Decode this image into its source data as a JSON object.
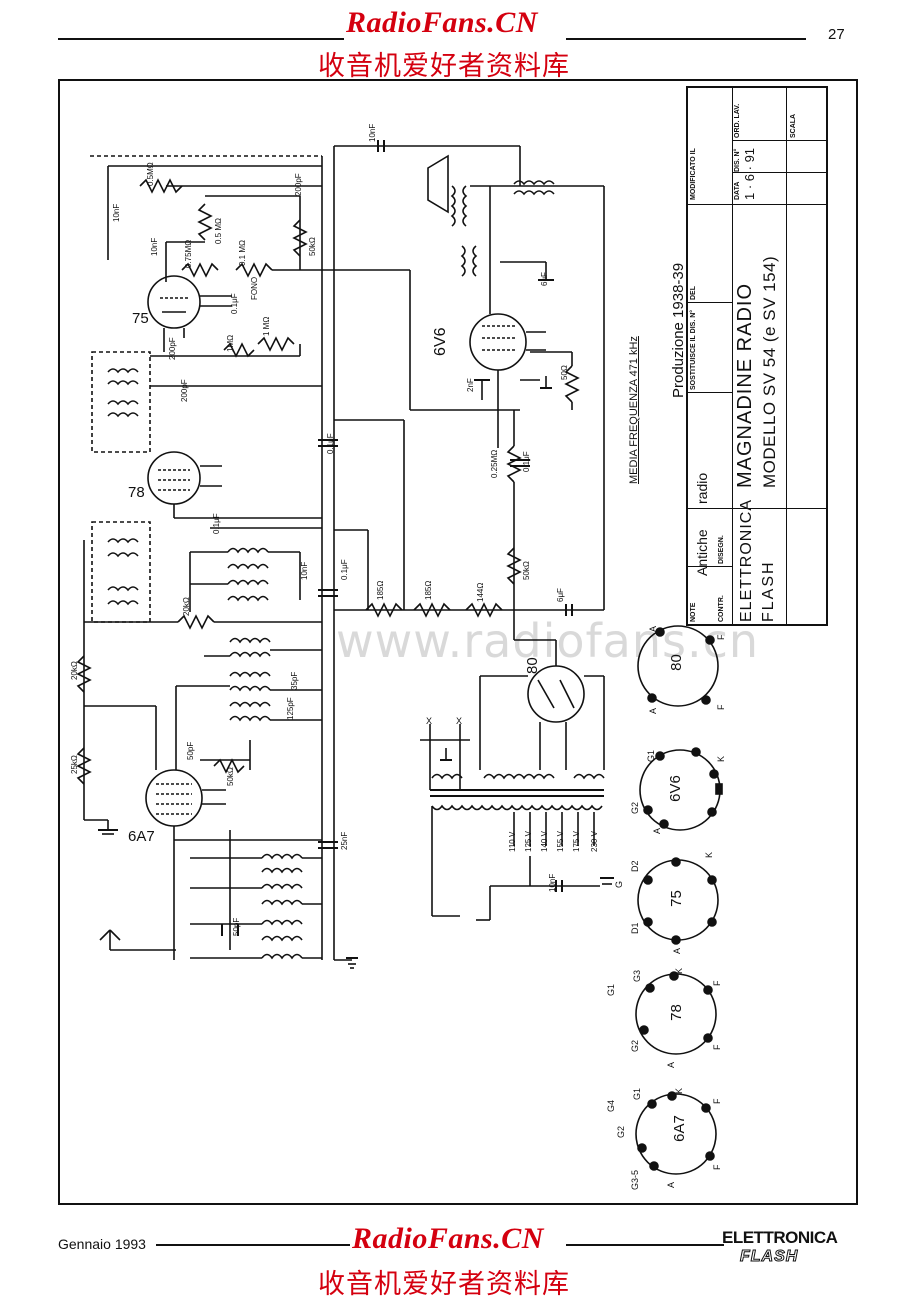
{
  "header": {
    "site_title": "RadioFans.CN",
    "site_subtitle": "收音机爱好者资料库",
    "page_number": "27"
  },
  "watermark": "www.radiofans.cn",
  "title_block": {
    "ord_lav_label": "ORD. LAV.",
    "data_label": "DATA",
    "data_value": "1 · 6 · 91",
    "dis_n_label": "DIS. N°",
    "dis_n_value": "1",
    "scala_label": "SCALA",
    "modificato_label": "MODIFICATO IL",
    "del_label": "DEL",
    "sostituisce_label": "SOSTITUISCE IL DIS. N°",
    "title_main": "MAGNADINE RADIO",
    "title_model": "MODELLO SV 54 (e SV 154)",
    "note_label": "NOTE",
    "note_value_1": "Antiche",
    "note_value_2": "radio",
    "contr_label": "CONTR.",
    "disegn_label": "DISEGN.",
    "company_1": "ELETTRONICA",
    "company_2": "FLASH",
    "produzione": "Produzione 1938-39",
    "media_frequenza": "MEDIA FREQUENZA 471 kHz"
  },
  "tubes": [
    {
      "name": "75"
    },
    {
      "name": "78"
    },
    {
      "name": "6A7"
    },
    {
      "name": "6V6"
    },
    {
      "name": "80"
    }
  ],
  "component_labels": {
    "c10nf_top": "10nF",
    "c10nf_left": "10nF",
    "r05m_top": "0.5MΩ",
    "r05m": "0.5 MΩ",
    "c200pf_top": "200pF",
    "c10nf_grid": "10nF",
    "r50k_top": "50kΩ",
    "r075m": "0.75MΩ",
    "r01m": "0.1 MΩ",
    "fono": "FONO",
    "c01uf_a": "0.1μF",
    "r1m": "1 MΩ",
    "r1m_b": "1MΩ",
    "c200pf_b": "200pF",
    "c200pf_c": "200pF",
    "c01uf_b": "0.1μF",
    "c01uf_c": "0.1μF",
    "c10nf_mid": "10nF",
    "c01uf_d": "0.1μF",
    "r20k_a": "20kΩ",
    "r20k_b": "20kΩ",
    "r25k": "25kΩ",
    "r185_a": "185Ω",
    "r185_b": "185Ω",
    "r144": "144Ω",
    "c6uf_a": "6μF",
    "c6uf_b": "6μF",
    "r50k_mid": "50kΩ",
    "r025m": "0.25MΩ",
    "c01uf_e": "0.1μF",
    "c2nf": "2nF",
    "r50_out": "50Ω",
    "c50pf": "50pF",
    "r50k_lo": "50kΩ",
    "c25nf": "25nF",
    "c50pf_b": "50pF",
    "c125pf": "125pF",
    "c35pf": "35pF",
    "c10nf_ps": "10nF",
    "v110": "110 V",
    "v125": "125 V",
    "v140": "140 V",
    "v155": "155 V",
    "v175": "175 V",
    "v230": "230 V",
    "x1": "X",
    "x2": "X"
  },
  "socket_pins": {
    "s80": [
      "A",
      "A",
      "F",
      "F"
    ],
    "s6v6": [
      "G1",
      "K",
      "G2",
      "A"
    ],
    "s75": [
      "D2",
      "K",
      "D1",
      "A",
      "G"
    ],
    "s78": [
      "G1",
      "G3",
      "K",
      "G2",
      "A",
      "F",
      "F"
    ],
    "s6a7": [
      "G4",
      "G1",
      "K",
      "G2",
      "G3-5",
      "A",
      "F",
      "F"
    ]
  },
  "footer": {
    "date": "Gennaio 1993",
    "site_title": "RadioFans.CN",
    "site_subtitle": "收音机爱好者资料库",
    "brand_1": "ELETTRONICA",
    "brand_2": "FLASH"
  }
}
